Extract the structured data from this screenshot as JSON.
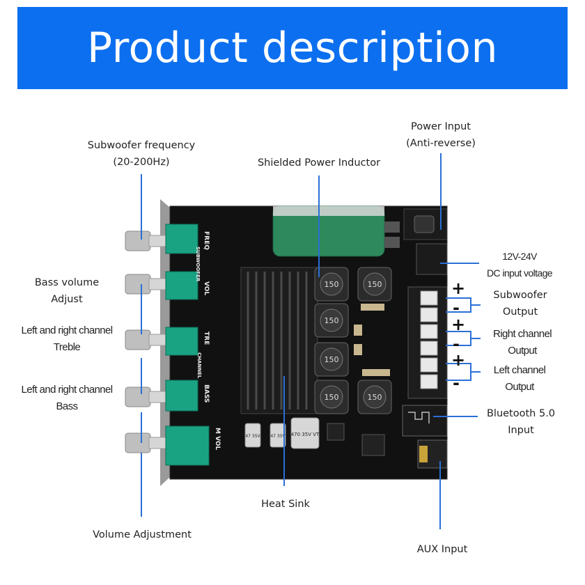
{
  "banner": {
    "title": "Product description"
  },
  "board_markings": {
    "freq": "FREQ",
    "subwoofer": "SUBWOOFER",
    "vol": "VOL",
    "tre": "TRE",
    "channel": "CHANNEL",
    "bass": "BASS",
    "mvol": "M VOL",
    "inductor": "150",
    "cap_large": "470 35V VT",
    "cap_small": "47 35V"
  },
  "labels": {
    "sub_freq_1": "Subwoofer frequency",
    "sub_freq_2": "(20-200Hz)",
    "bass_vol_1": "Bass volume",
    "bass_vol_2": "Adjust",
    "treble_1": "Left and right channel",
    "treble_2": "Treble",
    "bass_1": "Left and right channel",
    "bass_2": "Bass",
    "volume_adj": "Volume Adjustment",
    "inductor": "Shielded Power Inductor",
    "heat_sink": "Heat Sink",
    "power_1": "Power Input",
    "power_2": "(Anti-reverse)",
    "dc_1": "12V-24V",
    "dc_2": "DC input voltage",
    "sub_out_1": "Subwoofer",
    "sub_out_2": "Output",
    "right_out_1": "Right channel",
    "right_out_2": "Output",
    "left_out_1": "Left channel",
    "left_out_2": "Output",
    "bt_1": "Bluetooth 5.0",
    "bt_2": "Input",
    "aux": "AUX Input",
    "plus": "+",
    "minus": "-"
  },
  "colors": {
    "banner": "#0c6fef",
    "leader_line": "#2a6fd6",
    "board": "#111111",
    "pot": "#1aa383"
  }
}
